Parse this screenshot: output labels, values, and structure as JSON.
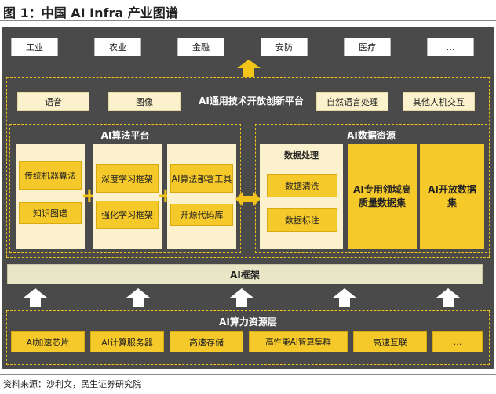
{
  "title": "图 1：中国 AI Infra 产业图谱",
  "industries": [
    "工业",
    "农业",
    "金融",
    "安防",
    "医疗",
    "…"
  ],
  "platform": {
    "label": "AI通用技术开放创新平台",
    "items_left": [
      "语音",
      "图像"
    ],
    "items_right": [
      "自然语言处理",
      "其他人机交互"
    ]
  },
  "algorithm": {
    "label": "AI算法平台",
    "col1": [
      "传统机器算法",
      "知识图谱"
    ],
    "col2": [
      "深度学习框架",
      "强化学习框架"
    ],
    "col3": [
      "AI算法部署工具",
      "开源代码库"
    ]
  },
  "data_resources": {
    "label": "AI数据资源",
    "processing_label": "数据处理",
    "processing_items": [
      "数据清洗",
      "数据标注"
    ],
    "domain_dataset": "AI专用领域高质量数据集",
    "open_dataset": "AI开放数据集"
  },
  "framework": "AI框架",
  "compute": {
    "label": "AI算力资源层",
    "items": [
      "AI加速芯片",
      "AI计算服务器",
      "高速存储",
      "高性能AI智算集群",
      "高速互联",
      "…"
    ]
  },
  "source": "资料来源：沙利文，民生证券研究院",
  "colors": {
    "dark_panel": "#4a4a4a",
    "accent_yellow": "#f6c92a",
    "cream": "#fbf1cc"
  }
}
